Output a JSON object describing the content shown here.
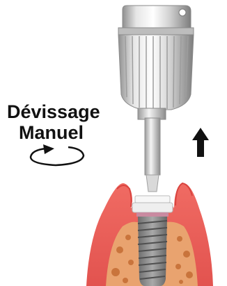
{
  "illustration": {
    "caption_line1": "Dévissage",
    "caption_line2": "Manuel",
    "icons": {
      "rotation": "counterclockwise-rotation-arrow-icon",
      "direction": "up-arrow-icon",
      "driver": "hand-screwdriver-icon",
      "implant": "dental-implant-icon",
      "gum": "gum-tissue",
      "bone": "bone-tissue"
    },
    "colors": {
      "gum": "#e8655f",
      "gum_light": "#f2a59a",
      "bone": "#e9a36f",
      "bone_dark": "#c9743c",
      "implant": "#8a8a8a",
      "metal": "#c9c9c9",
      "text": "#111111"
    }
  }
}
